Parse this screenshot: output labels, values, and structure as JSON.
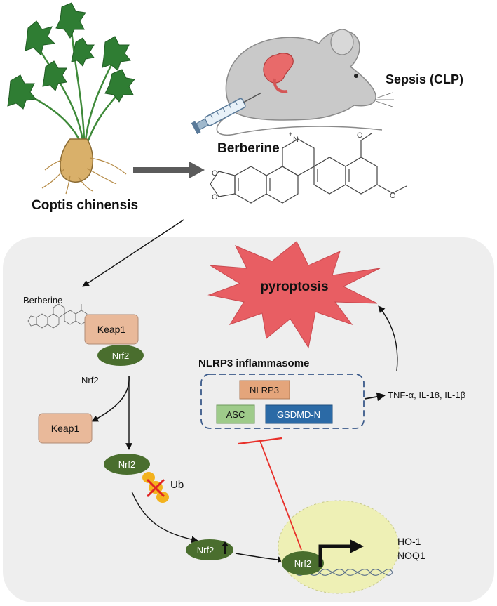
{
  "labels": {
    "sepsis": "Sepsis (CLP)",
    "berberine_top": "Berberine",
    "coptis": "Coptis chinensis",
    "berberine_small": "Berberine",
    "keap1_bound": "Keap1",
    "nrf2_bound": "Nrf2",
    "nrf2_free": "Nrf2",
    "keap1_free": "Keap1",
    "nrf2_ub": "Nrf2",
    "ub": "Ub",
    "nrf2_up": "Nrf2",
    "nrf2_nucleus": "Nrf2",
    "targets": [
      "HO-1",
      "NOQ1"
    ],
    "pyroptosis": "pyroptosis",
    "inflammasome_title": "NLRP3  inflammasome",
    "nlrp3": "NLRP3",
    "asc": "ASC",
    "gsdmd": "GSDMD-N",
    "cytokines": "TNF-α, IL-18, IL-1β"
  },
  "colors": {
    "nrf2": "#4a6e2e",
    "keap1": "#e9b99a",
    "nlrp3": "#e4a57b",
    "asc": "#9ecb8a",
    "gsdmd": "#2b6aa6",
    "pyroptosis": "#e85e63",
    "panel": "#eeeeee",
    "nucleus": "#eef0b5",
    "inhibition": "#e8302a",
    "box_dash": "#3b5a8a"
  },
  "icons": [
    "coptis-plant-icon",
    "mouse-icon",
    "syringe-icon",
    "berberine-structure-icon",
    "ubiquitin-icon",
    "dna-helix-icon"
  ]
}
